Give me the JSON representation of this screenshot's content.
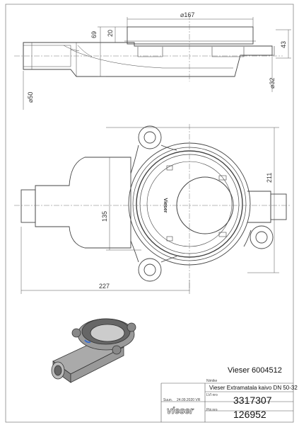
{
  "drawing": {
    "dims": {
      "d167": "⌀167",
      "h69": "69",
      "h20": "20",
      "h43": "43",
      "d50": "⌀50",
      "d32": "⌀32",
      "h211": "211",
      "h135": "135",
      "w227": "227"
    },
    "center_mark": "Vieser"
  },
  "title_block": {
    "product_code": "Vieser 6004512",
    "name_label": "Nimike",
    "name_value": "Vieser Extramatala kaivo DN 50-32",
    "designer_label": "Suun.",
    "designer_value": "24.09.2020 VR",
    "lvi_label": "LVI nro",
    "lvi_value": "3317307",
    "pm_label": "Piir.nro",
    "pm_value": "126952",
    "logo_text": "vieser"
  }
}
